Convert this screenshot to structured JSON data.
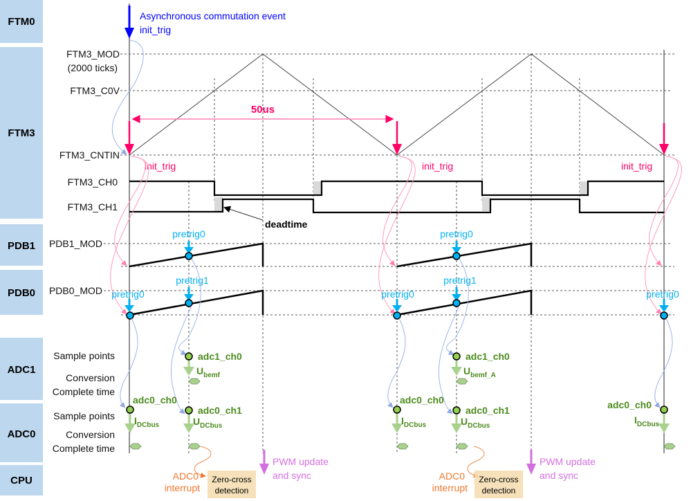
{
  "blocks": {
    "ftm0": "FTM0",
    "ftm3": "FTM3",
    "pdb1": "PDB1",
    "pdb0": "PDB0",
    "adc1": "ADC1",
    "adc0": "ADC0",
    "cpu": "CPU"
  },
  "ftm0": {
    "event_line1": "Asynchronous commutation event",
    "event_line2": "init_trig"
  },
  "ftm3": {
    "mod_label": "FTM3_MOD",
    "mod_ticks": "(2000 ticks)",
    "c0v_label": "FTM3_C0V",
    "cntin_label": "FTM3_CNTIN",
    "ch0_label": "FTM3_CH0",
    "ch1_label": "FTM3_CH1",
    "period_label": "50us",
    "init_trig": "init_trig",
    "deadtime_label": "deadtime"
  },
  "pdb1": {
    "mod_label": "PDB1_MOD",
    "pretrig0": "pretrig0"
  },
  "pdb0": {
    "mod_label": "PDB0_MOD",
    "pretrig0": "pretrig0",
    "pretrig1": "pretrig1"
  },
  "adc1": {
    "sample_points": "Sample points",
    "conversion": "Conversion",
    "complete_time": "Complete time",
    "ch0": "adc1_ch0",
    "ubemf_main": "U",
    "ubemf_sub": "bemf",
    "ubemf_a_sub": "bemf_A"
  },
  "adc0": {
    "sample_points": "Sample points",
    "conversion": "Conversion",
    "complete_time": "Complete time",
    "ch0": "adc0_ch0",
    "ch1": "adc0_ch1",
    "idc_main": "I",
    "idc_sub": "DCbus",
    "udc_main": "U",
    "udc_sub": "DCbus"
  },
  "cpu": {
    "adc0_interrupt_line1": "ADC0",
    "adc0_interrupt_line2": "interrupt",
    "zero_cross_line1": "Zero-cross",
    "zero_cross_line2": "detection",
    "pwm_update_line1": "PWM update",
    "pwm_update_line2": "and sync"
  },
  "colors": {
    "block_fill": "#bdd7ee",
    "init_trig": "#ff0066",
    "async_event": "#0000ff",
    "pretrig": "#00b0f0",
    "adc_green": "#4c8a1e",
    "adc_arrow": "#a9d18e",
    "interrupt": "#f07830",
    "pwm_update": "#d36fe0",
    "zero_cross_box": "#f5deb3"
  }
}
